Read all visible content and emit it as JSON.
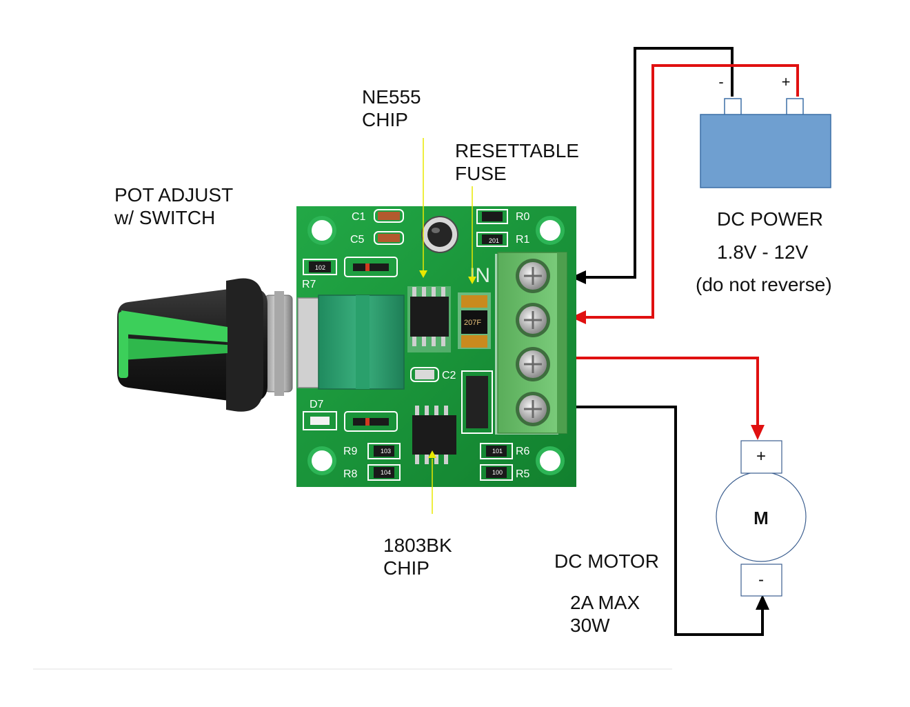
{
  "labels": {
    "pot": [
      "POT ADJUST",
      "w/ SWITCH"
    ],
    "ne555": [
      "NE555",
      "CHIP"
    ],
    "fuse": [
      "RESETTABLE",
      "FUSE"
    ],
    "chip1803": [
      "1803BK",
      "CHIP"
    ],
    "power_title": "DC POWER",
    "power_voltage": "1.8V - 12V",
    "power_note": "(do not reverse)",
    "motor_title": "DC MOTOR",
    "motor_specs": [
      "2A MAX",
      "30W"
    ]
  },
  "battery": {
    "minus": "-",
    "plus": "+"
  },
  "motor": {
    "symbol": "M",
    "plus": "+",
    "minus": "-"
  },
  "board_silkscreen": {
    "c1": "C1",
    "c5": "C5",
    "r0": "R0",
    "r1": "R1",
    "r7": "R7",
    "c2": "C2",
    "d7": "D7",
    "r9": "R9",
    "r8": "R8",
    "r6": "R6",
    "r5": "R5",
    "in": "IN",
    "fuse_code": "207F",
    "res_102": "102",
    "res_201": "201",
    "res_103": "103",
    "res_104": "104",
    "res_101": "101",
    "res_100": "100"
  },
  "colors": {
    "positive_wire": "#e01010",
    "negative_wire": "#000000",
    "pointer": "#e8e800",
    "pcb": "#1a9a3a",
    "battery": "#6f9fd0",
    "terminal": "#6fbf6f",
    "knob_accent": "#3ccf5a"
  }
}
